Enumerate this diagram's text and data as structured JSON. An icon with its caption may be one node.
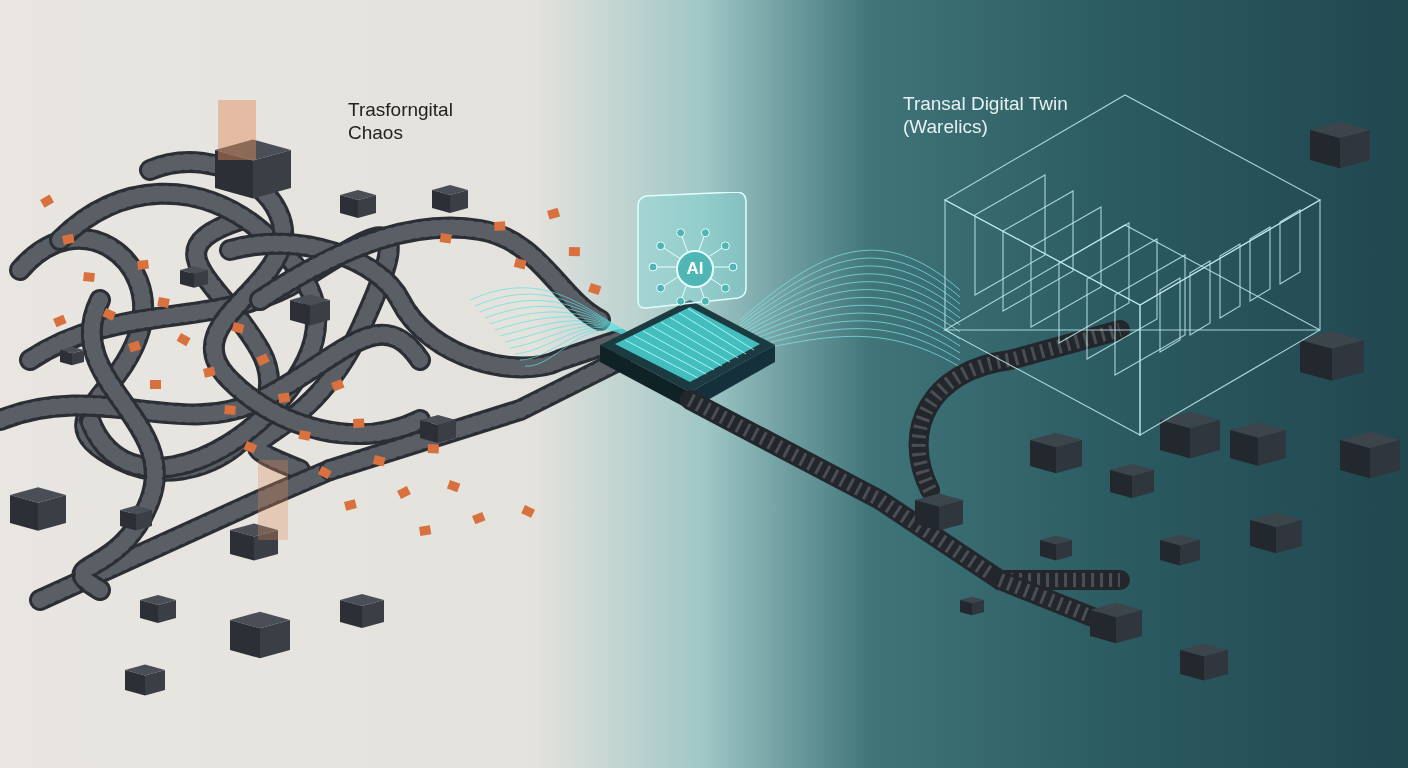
{
  "diagram": {
    "nodes": [
      {
        "text": [
          "AI"
        ]
      }
    ],
    "labels": [
      "Trasforngital Chaos",
      "Transal Digital Twin (Warelics)"
    ]
  }
}
